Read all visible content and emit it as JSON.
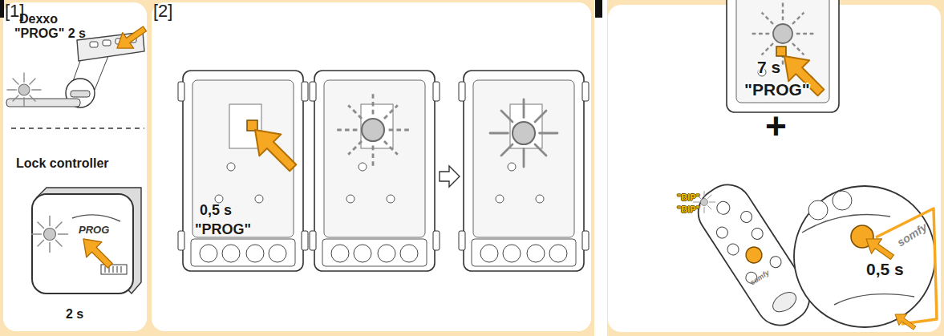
{
  "diagram": {
    "nodes": [
      {
        "text": [
          "[1]",
          "Dexxo",
          "\"PROG\" 2 s",
          "Lock controller",
          "PROG",
          "2 s"
        ]
      },
      {
        "text": [
          "[2]",
          "0,5 s",
          "\"PROG\""
        ]
      },
      {
        "text": [
          "7 s",
          "\"PROG\"",
          "+",
          "\"BIP\"",
          "\"BIP\"",
          "0,5 s",
          "somfy",
          "somfy"
        ]
      }
    ]
  }
}
